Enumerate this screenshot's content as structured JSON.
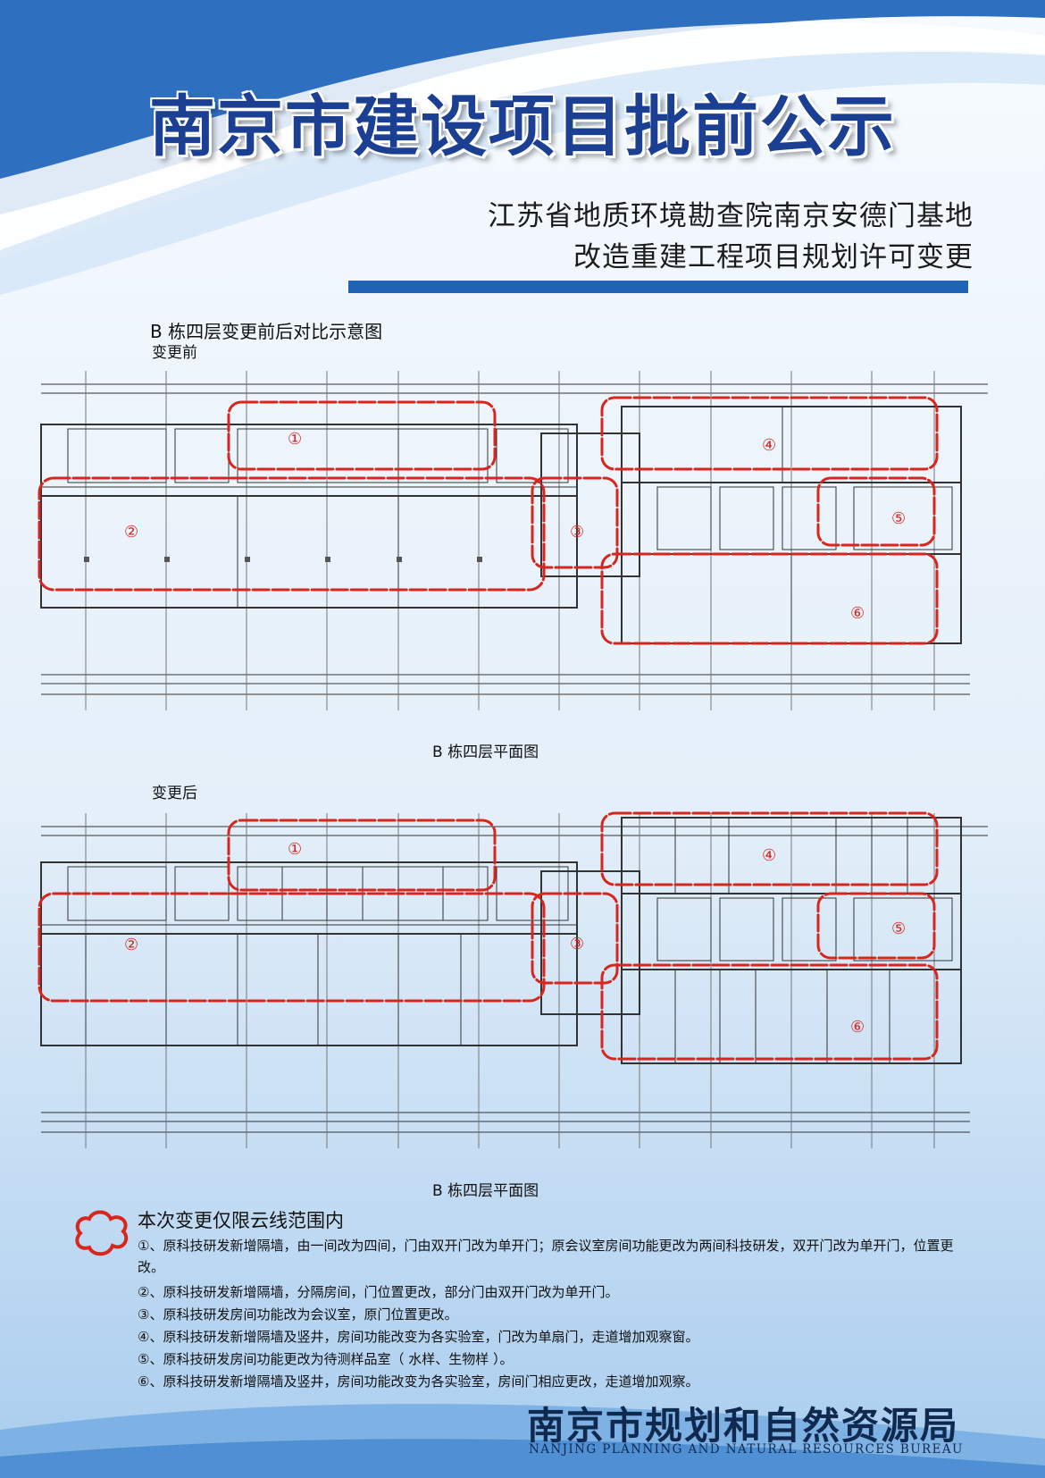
{
  "title": "南京市建设项目批前公示",
  "subtitle": [
    "江苏省地质环境勘查院南京安德门基地",
    "改造重建工程项目规划许可变更"
  ],
  "figure_title": "B 栋四层变更前后对比示意图",
  "before_label": "变更前",
  "after_label": "变更后",
  "plan_caption": "B 栋四层平面图",
  "area_markers": [
    "①",
    "②",
    "③",
    "④",
    "⑤",
    "⑥"
  ],
  "notes_heading": "本次变更仅限云线范围内",
  "notes": [
    "①、原科技研发新增隔墙，由一间改为四间，门由双开门改为单开门；原会议室房间功能更改为两间科技研发，双开门改为单开门，位置更改。",
    "②、原科技研发新增隔墙，分隔房间，门位置更改，部分门由双开门改为单开门。",
    "③、原科技研发房间功能改为会议室，原门位置更改。",
    "④、原科技研发新增隔墙及竖井，房间功能改变为各实验室，门改为单扇门，走道增加观察窗。",
    "⑤、原科技研发房间功能更改为待测样品室（ 水样、生物样 ）。",
    "⑥、原科技研发新增隔墙及竖井，房间功能改变为各实验室，房间门相应更改，走道增加观察。"
  ],
  "footer": {
    "bureau_cn": "南京市规划和自然资源局",
    "bureau_en": "NANJING PLANNING AND NATURAL RESOURCES BUREAU"
  },
  "colors": {
    "title_blue": "#1a3f93",
    "bar_blue": "#1e63b4",
    "cloud_red": "#d8261e",
    "plan_line": "#333333"
  }
}
